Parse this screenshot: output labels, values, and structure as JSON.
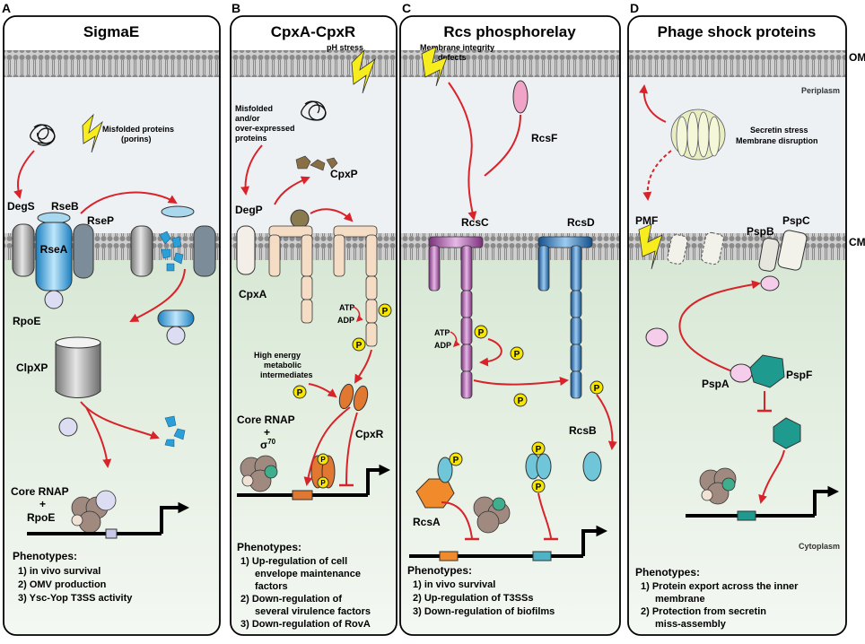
{
  "labels": {
    "om": "OM",
    "cm": "CM",
    "periplasm": "Periplasm",
    "cytoplasm": "Cytoplasm"
  },
  "panels": {
    "A": {
      "letter": "A",
      "title": "SigmaE",
      "texts": {
        "misfolded1": "Misfolded proteins",
        "misfolded2": "(porins)",
        "degs": "DegS",
        "rseb": "RseB",
        "rsep": "RseP",
        "rsea": "RseA",
        "rpoe": "RpoE",
        "clpxp": "ClpXP",
        "core1": "Core RNAP",
        "core2": "+",
        "core3": "RpoE"
      },
      "phenotypes": {
        "header": "Phenotypes:",
        "items": [
          "1) in vivo survival",
          "2) OMV production",
          "3) Ysc-Yop T3SS activity"
        ]
      }
    },
    "B": {
      "letter": "B",
      "title": "CpxA-CpxR",
      "texts": {
        "ph": "pH stress",
        "mis1": "Misfolded",
        "mis2": "and/or",
        "mis3": "over-expressed",
        "mis4": "proteins",
        "cpxp": "CpxP",
        "degp": "DegP",
        "cpxa": "CpxA",
        "atp": "ATP",
        "adp": "ADP",
        "p": "P",
        "he1": "High energy",
        "he2": "metabolic",
        "he3": "intermediates",
        "core1": "Core RNAP",
        "core2": "+",
        "sigma": "σ",
        "sigma_sup": "70",
        "cpxr": "CpxR"
      },
      "phenotypes": {
        "header": "Phenotypes:",
        "items": [
          "1) Up-regulation of cell",
          "envelope maintenance",
          "factors",
          "2) Down-regulation of",
          "several virulence factors",
          "3) Down-regulation of RovA"
        ]
      }
    },
    "C": {
      "letter": "C",
      "title": "Rcs phosphorelay",
      "texts": {
        "mid1": "Membrane integrity",
        "mid2": "defects",
        "rcsf": "RcsF",
        "rcsc": "RcsC",
        "rcsd": "RcsD",
        "atp": "ATP",
        "adp": "ADP",
        "p": "P",
        "rcsb": "RcsB",
        "rcsa": "RcsA"
      },
      "phenotypes": {
        "header": "Phenotypes:",
        "items": [
          "1) in vivo survival",
          "2) Up-regulation of T3SSs",
          "3) Down-regulation of biofilms"
        ]
      }
    },
    "D": {
      "letter": "D",
      "title": "Phage shock proteins",
      "texts": {
        "ss1": "Secretin stress",
        "ss2": "Membrane disruption",
        "pmf": "PMF",
        "pspb": "PspB",
        "pspc": "PspC",
        "pspa": "PspA",
        "pspf": "PspF"
      },
      "phenotypes": {
        "header": "Phenotypes:",
        "items": [
          "1) Protein export across the inner",
          "membrane",
          "2) Protection from secretin",
          "miss-assembly"
        ]
      }
    }
  },
  "colors": {
    "arrow": "#d9232a",
    "membrane": "#c8c8c8",
    "periplasm": "#eef1f4",
    "cytoplasm": "#e6efe4",
    "rsea_blue": "#2b9fd8",
    "cpx_peach": "#f5dcc5",
    "rcsc_purple": "#9b4f9b",
    "rcsd_blue": "#2c6fb2",
    "teal": "#1e9a8e",
    "phospho": "#f6e600"
  }
}
